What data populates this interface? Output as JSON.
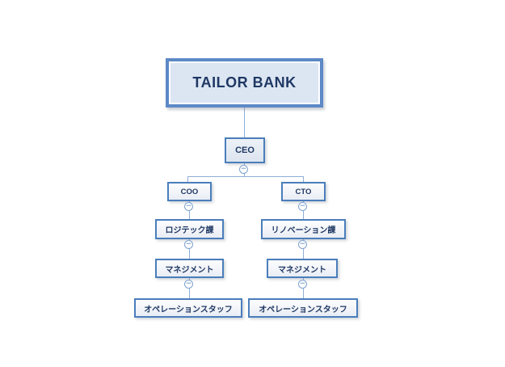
{
  "diagram": {
    "root_label": "TAILOR BANK",
    "ceo_label": "CEO",
    "collapse_icon": "−",
    "columns": [
      {
        "head": "COO",
        "division": "ロジテック課",
        "management": "マネジメント",
        "staff": "オペレーションスタッフ"
      },
      {
        "head": "CTO",
        "division": "リノベーション課",
        "management": "マネジメント",
        "staff": "オペレーションスタッフ"
      }
    ],
    "colors": {
      "root_border": "#5d89c6",
      "node_border": "#4a7ebb",
      "root_fill": "#dce6f2",
      "node_fill": "#eef1f6",
      "text": "#1f3864",
      "connector": "#8fafd8",
      "background": "#ffffff"
    }
  }
}
